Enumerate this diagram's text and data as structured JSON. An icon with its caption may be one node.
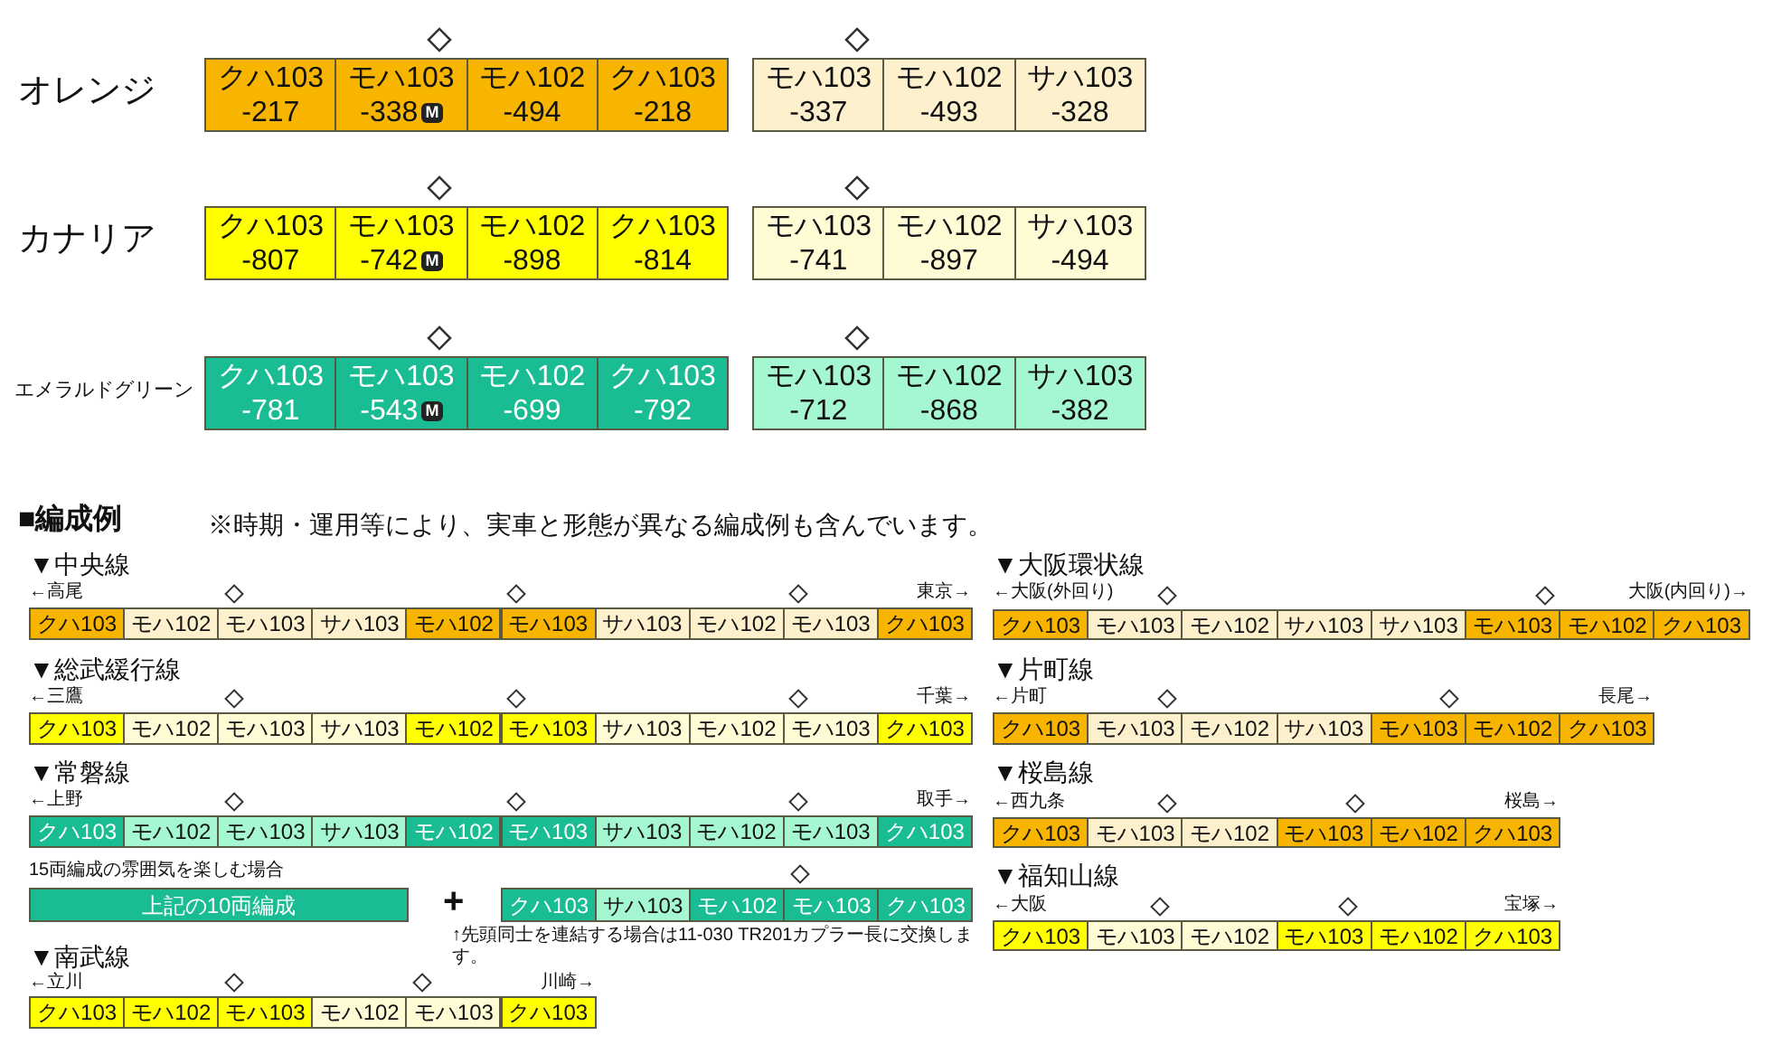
{
  "diagram": {
    "nodes": [
      {
        "text": [
          "クハ103",
          "-217"
        ]
      },
      {
        "text": [
          "モハ103",
          "-338",
          "M"
        ]
      },
      {
        "text": [
          "モハ102",
          "-494"
        ]
      },
      {
        "text": [
          "クハ103",
          "-218"
        ]
      },
      {
        "text": [
          "モハ103",
          "-337"
        ]
      },
      {
        "text": [
          "モハ102",
          "-493"
        ]
      },
      {
        "text": [
          "サハ103",
          "-328"
        ]
      },
      {
        "text": [
          "クハ103",
          "-807"
        ]
      },
      {
        "text": [
          "モハ103",
          "-742",
          "M"
        ]
      },
      {
        "text": [
          "モハ102",
          "-898"
        ]
      },
      {
        "text": [
          "クハ103",
          "-814"
        ]
      },
      {
        "text": [
          "モハ103",
          "-741"
        ]
      },
      {
        "text": [
          "モハ102",
          "-897"
        ]
      },
      {
        "text": [
          "サハ103",
          "-494"
        ]
      },
      {
        "text": [
          "クハ103",
          "-781"
        ]
      },
      {
        "text": [
          "モハ103",
          "-543",
          "M"
        ]
      },
      {
        "text": [
          "モハ102",
          "-699"
        ]
      },
      {
        "text": [
          "クハ103",
          "-792"
        ]
      },
      {
        "text": [
          "モハ103",
          "-712"
        ]
      },
      {
        "text": [
          "モハ102",
          "-868"
        ]
      },
      {
        "text": [
          "サハ103",
          "-382"
        ]
      },
      {
        "text": [
          "クハ103"
        ]
      },
      {
        "text": [
          "モハ102"
        ]
      },
      {
        "text": [
          "モハ103"
        ]
      },
      {
        "text": [
          "サハ103"
        ]
      },
      {
        "text": [
          "モハ102"
        ]
      },
      {
        "text": [
          "モハ103"
        ]
      },
      {
        "text": [
          "サハ103"
        ]
      },
      {
        "text": [
          "モハ102"
        ]
      },
      {
        "text": [
          "モハ103"
        ]
      },
      {
        "text": [
          "クハ103"
        ]
      },
      {
        "text": [
          "クハ103"
        ]
      },
      {
        "text": [
          "モハ102"
        ]
      },
      {
        "text": [
          "モハ103"
        ]
      },
      {
        "text": [
          "サハ103"
        ]
      },
      {
        "text": [
          "モハ102"
        ]
      },
      {
        "text": [
          "モハ103"
        ]
      },
      {
        "text": [
          "サハ103"
        ]
      },
      {
        "text": [
          "モハ102"
        ]
      },
      {
        "text": [
          "モハ103"
        ]
      },
      {
        "text": [
          "クハ103"
        ]
      },
      {
        "text": [
          "クハ103"
        ]
      },
      {
        "text": [
          "モハ102"
        ]
      },
      {
        "text": [
          "モハ103"
        ]
      },
      {
        "text": [
          "サハ103"
        ]
      },
      {
        "text": [
          "モハ102"
        ]
      },
      {
        "text": [
          "モハ103"
        ]
      },
      {
        "text": [
          "サハ103"
        ]
      },
      {
        "text": [
          "モハ102"
        ]
      },
      {
        "text": [
          "モハ103"
        ]
      },
      {
        "text": [
          "クハ103"
        ]
      },
      {
        "text": [
          "上記の10両編成"
        ]
      },
      {
        "text": [
          "クハ103"
        ]
      },
      {
        "text": [
          "サハ103"
        ]
      },
      {
        "text": [
          "モハ102"
        ]
      },
      {
        "text": [
          "モハ103"
        ]
      },
      {
        "text": [
          "クハ103"
        ]
      },
      {
        "text": [
          "クハ103"
        ]
      },
      {
        "text": [
          "モハ102"
        ]
      },
      {
        "text": [
          "モハ103"
        ]
      },
      {
        "text": [
          "モハ102"
        ]
      },
      {
        "text": [
          "モハ103"
        ]
      },
      {
        "text": [
          "クハ103"
        ]
      },
      {
        "text": [
          "クハ103"
        ]
      },
      {
        "text": [
          "モハ103"
        ]
      },
      {
        "text": [
          "モハ102"
        ]
      },
      {
        "text": [
          "サハ103"
        ]
      },
      {
        "text": [
          "サハ103"
        ]
      },
      {
        "text": [
          "モハ103"
        ]
      },
      {
        "text": [
          "モハ102"
        ]
      },
      {
        "text": [
          "クハ103"
        ]
      },
      {
        "text": [
          "クハ103"
        ]
      },
      {
        "text": [
          "モハ103"
        ]
      },
      {
        "text": [
          "モハ102"
        ]
      },
      {
        "text": [
          "サハ103"
        ]
      },
      {
        "text": [
          "モハ103"
        ]
      },
      {
        "text": [
          "モハ102"
        ]
      },
      {
        "text": [
          "クハ103"
        ]
      },
      {
        "text": [
          "クハ103"
        ]
      },
      {
        "text": [
          "モハ103"
        ]
      },
      {
        "text": [
          "モハ102"
        ]
      },
      {
        "text": [
          "モハ103"
        ]
      },
      {
        "text": [
          "モハ102"
        ]
      },
      {
        "text": [
          "クハ103"
        ]
      },
      {
        "text": [
          "クハ103"
        ]
      },
      {
        "text": [
          "モハ103"
        ]
      },
      {
        "text": [
          "モハ102"
        ]
      },
      {
        "text": [
          "モハ103"
        ]
      },
      {
        "text": [
          "モハ102"
        ]
      },
      {
        "text": [
          "クハ103"
        ]
      }
    ],
    "labels": [
      "オレンジ",
      "カナリア",
      "エメラルドグリーン",
      "■編成例",
      "※時期・運用等により、実車と形態が異なる編成例も含んでいます。",
      "▼中央線",
      "←高尾",
      "東京→",
      "▼総武緩行線",
      "←三鷹",
      "千葉→",
      "▼常磐線",
      "←上野",
      "取手→",
      "15両編成の雰囲気を楽しむ場合",
      "+",
      "↑先頭同士を連結する場合は11-030 TR201カプラー長に交換します。",
      "▼南武線",
      "←立川",
      "川崎→",
      "▼大阪環状線",
      "←大阪(外回り)",
      "大阪(内回り)→",
      "▼片町線",
      "←片町",
      "長尾→",
      "▼桜島線",
      "←西九条",
      "桜島→",
      "▼福知山線",
      "←大阪",
      "宝塚→"
    ]
  }
}
